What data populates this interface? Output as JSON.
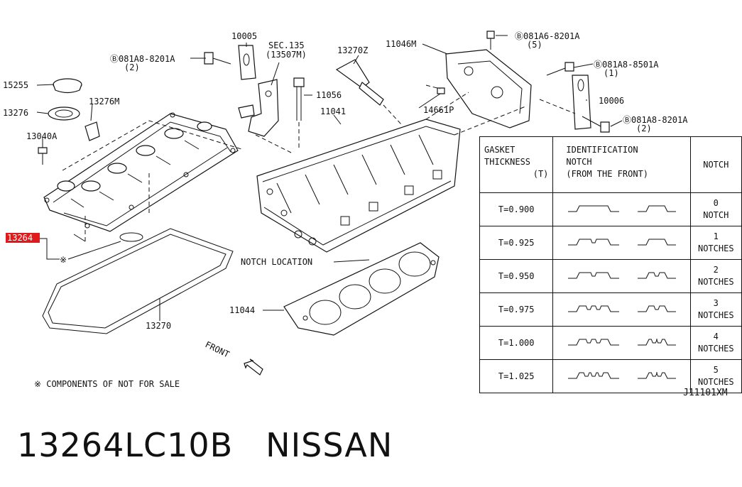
{
  "diagram": {
    "labels": {
      "b1": "Ⓑ081A8-8201A",
      "b1_qty": "(2)",
      "p10005": "10005",
      "sec": "SEC.135",
      "sec_ref": "(13507M)",
      "p13270z": "13270Z",
      "p11046m": "11046M",
      "b2": "Ⓑ081A6-8201A",
      "b2_qty": "(5)",
      "b3": "Ⓑ081A8-8501A",
      "b3_qty": "(1)",
      "p15255": "15255",
      "p13276": "13276",
      "p13276m": "13276M",
      "p11056": "11056",
      "p11041": "11041",
      "p14661p": "14661P",
      "p10006": "10006",
      "b4": "Ⓑ081A8-8201A",
      "b4_qty": "(2)",
      "p13040a": "13040A",
      "p13264": "13264",
      "mark": "※",
      "notch_location": "NOTCH LOCATION",
      "p11044": "11044",
      "p13270": "13270",
      "front": "FRONT",
      "note": "※ COMPONENTS OF NOT FOR SALE"
    },
    "highlight_color": "#e0191b"
  },
  "table": {
    "header_thickness": [
      "GASKET",
      "THICKNESS",
      "(T)"
    ],
    "header_ident": [
      "IDENTIFICATION",
      "NOTCH",
      "(FROM THE FRONT)"
    ],
    "header_notch": "NOTCH",
    "rows": [
      {
        "t": "T=0.900",
        "n1": "0",
        "n2": "NOTCH",
        "notches": 0
      },
      {
        "t": "T=0.925",
        "n1": "1",
        "n2": "NOTCHES",
        "notches": 1
      },
      {
        "t": "T=0.950",
        "n1": "2",
        "n2": "NOTCHES",
        "notches": 2
      },
      {
        "t": "T=0.975",
        "n1": "3",
        "n2": "NOTCHES",
        "notches": 3
      },
      {
        "t": "T=1.000",
        "n1": "4",
        "n2": "NOTCHES",
        "notches": 4
      },
      {
        "t": "T=1.025",
        "n1": "5",
        "n2": "NOTCHES",
        "notches": 5
      }
    ]
  },
  "diagram_code": "J11101XM",
  "caption": {
    "part_number": "13264LC10B",
    "brand": "NISSAN"
  }
}
